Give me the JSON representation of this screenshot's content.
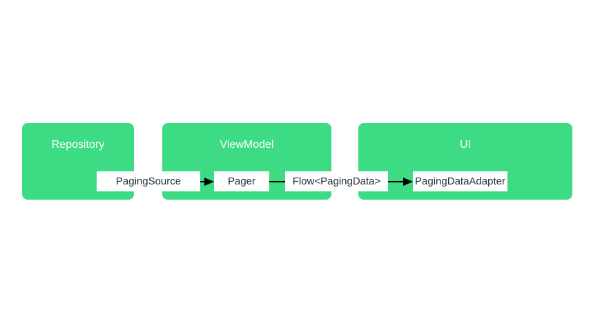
{
  "colors": {
    "layer_fill": "#3ddc84",
    "component_fill": "#ffffff",
    "component_text": "#1f2d3a",
    "arrow": "#000000"
  },
  "layers": {
    "repository": {
      "title": "Repository"
    },
    "viewmodel": {
      "title": "ViewModel"
    },
    "ui": {
      "title": "UI"
    }
  },
  "components": {
    "paging_source": "PagingSource",
    "pager": "Pager",
    "flow": "Flow<PagingData>",
    "adapter": "PagingDataAdapter"
  }
}
